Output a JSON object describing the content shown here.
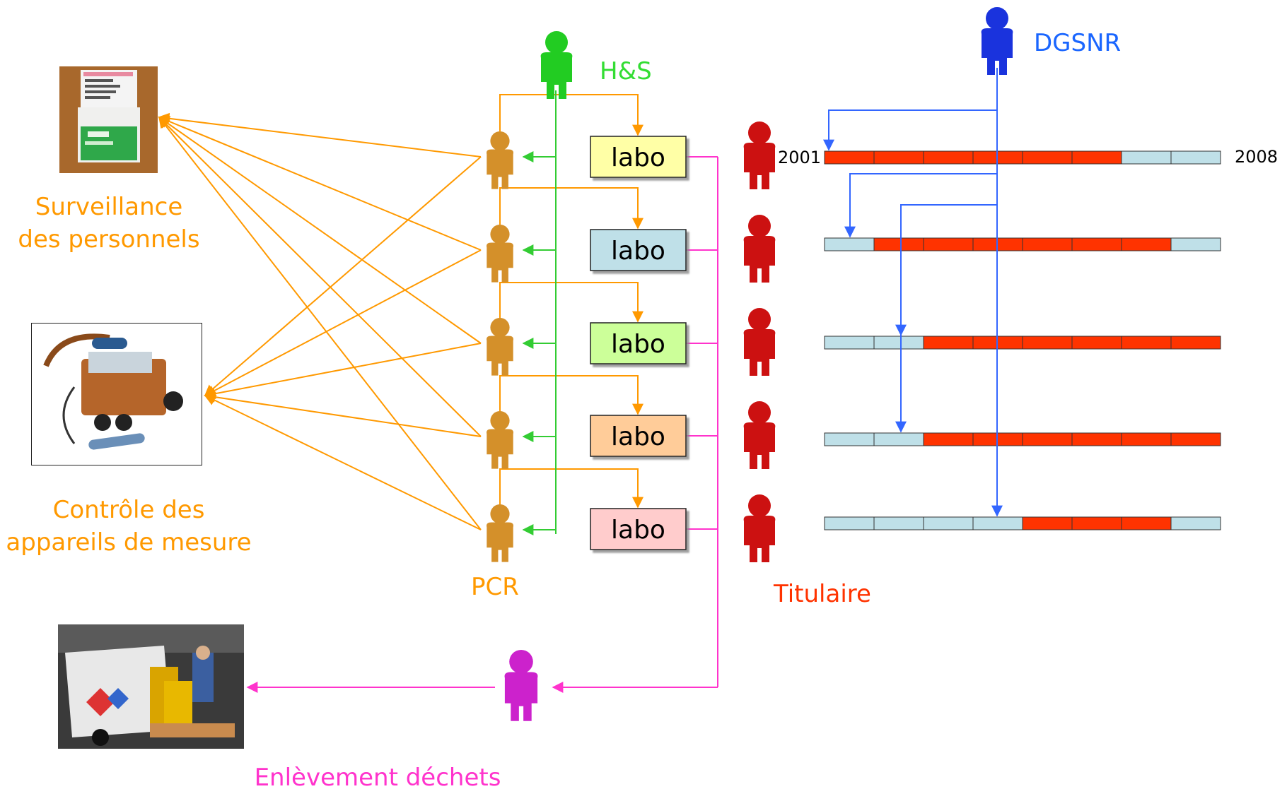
{
  "labels": {
    "hs": "H&S",
    "dgsnr": "DGSNR",
    "pcr": "PCR",
    "titulaire": "Titulaire",
    "surveillance_line1": "Surveillance",
    "surveillance_line2": "des personnels",
    "controle_line1": "Contrôle des",
    "controle_line2": "appareils de mesure",
    "enlevement": "Enlèvement déchets"
  },
  "years": {
    "start": "2001",
    "end": "2008"
  },
  "labs": [
    {
      "label": "labo",
      "color": "#ffffa6"
    },
    {
      "label": "labo",
      "color": "#bfe0e8"
    },
    {
      "label": "labo",
      "color": "#ccff99"
    },
    {
      "label": "labo",
      "color": "#ffcc99"
    },
    {
      "label": "labo",
      "color": "#ffcccc"
    }
  ],
  "timeline_segments": [
    [
      "red",
      "red",
      "red",
      "red",
      "red",
      "red",
      "blue",
      "blue"
    ],
    [
      "blue",
      "red",
      "red",
      "red",
      "red",
      "red",
      "red",
      "blue"
    ],
    [
      "blue",
      "blue",
      "red",
      "red",
      "red",
      "red",
      "red",
      "red"
    ],
    [
      "blue",
      "blue",
      "red",
      "red",
      "red",
      "red",
      "red",
      "red"
    ],
    [
      "blue",
      "blue",
      "blue",
      "blue",
      "red",
      "red",
      "red",
      "blue"
    ]
  ],
  "colors": {
    "orange": "#ff9900",
    "pcr_figure": "#d4902a",
    "green": "#33cc33",
    "hs_figure": "#22cc22",
    "blue": "#3366ff",
    "dgsnr_figure": "#1a33dd",
    "red": "#ff3300",
    "titulaire_figure": "#cc1111",
    "magenta": "#ff33cc",
    "waste_figure": "#cc22cc",
    "light_blue": "#bfe0e8"
  }
}
